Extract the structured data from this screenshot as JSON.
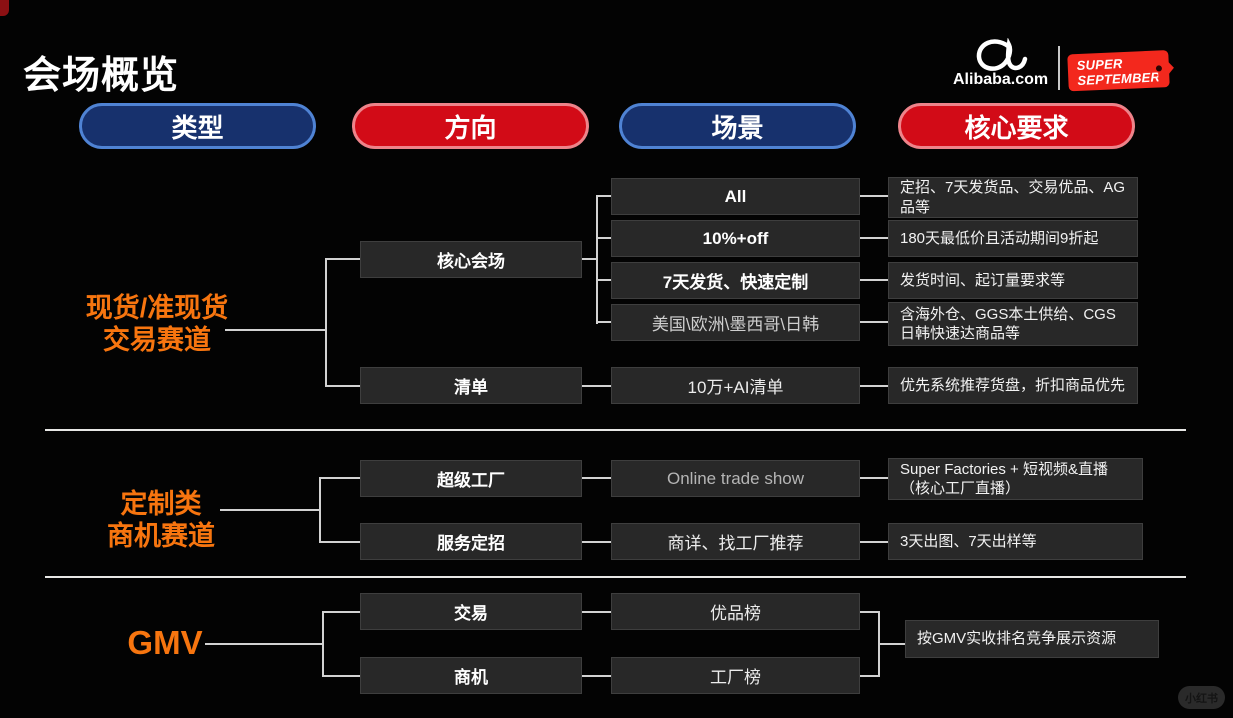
{
  "page": {
    "title": "会场概览"
  },
  "brand": {
    "logo_text": "Alibaba.com",
    "badge": {
      "line1": "SUPER",
      "line2": "SEPTEMBER"
    }
  },
  "column_headers": [
    {
      "label": "类型",
      "color": "blue"
    },
    {
      "label": "方向",
      "color": "red"
    },
    {
      "label": "场景",
      "color": "blue"
    },
    {
      "label": "核心要求",
      "color": "red"
    }
  ],
  "sections": [
    {
      "label_lines": [
        "现货/准现货",
        "交易赛道"
      ],
      "directions": [
        {
          "label": "核心会场",
          "scenes": [
            {
              "scene": "All",
              "requirement": "定招、7天发货品、交易优品、AG品等"
            },
            {
              "scene": "10%+off",
              "requirement": "180天最低价且活动期间9折起"
            },
            {
              "scene": "7天发货、快速定制",
              "requirement": "发货时间、起订量要求等"
            },
            {
              "scene": "美国\\欧洲\\墨西哥\\日韩",
              "requirement": "含海外仓、GGS本土供给、CGS日韩快速达商品等"
            }
          ]
        },
        {
          "label": "清单",
          "scenes": [
            {
              "scene": "10万+AI清单",
              "requirement": "优先系统推荐货盘，折扣商品优先"
            }
          ]
        }
      ]
    },
    {
      "label_lines": [
        "定制类",
        "商机赛道"
      ],
      "directions": [
        {
          "label": "超级工厂",
          "scenes": [
            {
              "scene": "Online trade show",
              "requirement": "Super Factories  + 短视频&直播（核心工厂直播）"
            }
          ]
        },
        {
          "label": "服务定招",
          "scenes": [
            {
              "scene": "商详、找工厂推荐",
              "requirement": "3天出图、7天出样等"
            }
          ]
        }
      ]
    },
    {
      "label_lines": [
        "GMV"
      ],
      "directions": [
        {
          "label": "交易",
          "scenes": [
            {
              "scene": "优品榜"
            }
          ]
        },
        {
          "label": "商机",
          "scenes": [
            {
              "scene": "工厂榜"
            }
          ]
        }
      ],
      "shared_requirement": "按GMV实收排名竞争展示资源"
    }
  ],
  "watermark": {
    "label": "小红书"
  },
  "colors": {
    "background": "#030303",
    "accent_orange": "#f7750f",
    "pill_blue": "#17316d",
    "pill_blue_border": "#4f83d4",
    "pill_red": "#d20b17",
    "pill_red_border": "#ee838a",
    "badge_red": "#f3281d",
    "box_fill": "#282828",
    "connector": "#d2d2d2"
  }
}
